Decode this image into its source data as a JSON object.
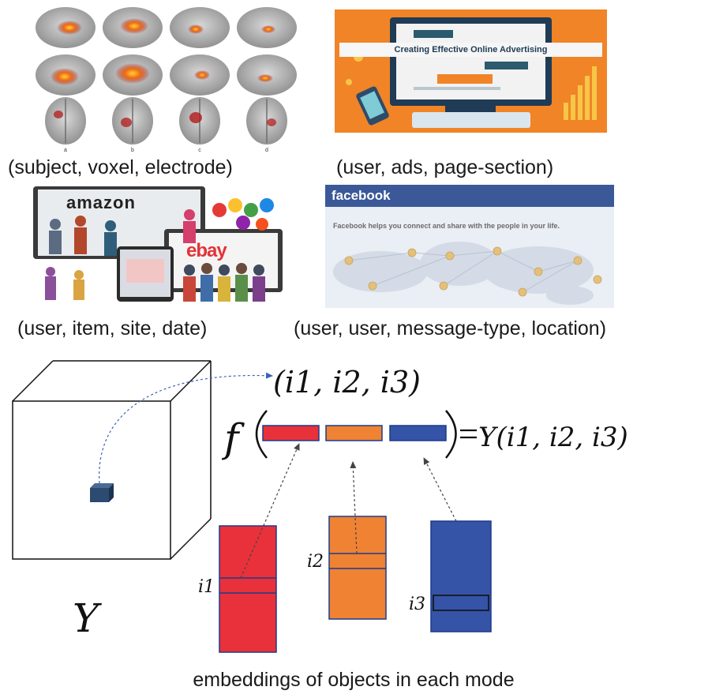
{
  "panels": [
    {
      "caption": "(subject, voxel, electrode)",
      "image": "brain-scans-grid",
      "letters": [
        "a",
        "b",
        "c",
        "d"
      ]
    },
    {
      "caption": "(user, ads, page-section)",
      "image": "online-advertising-illustration",
      "title": "Creating Effective Online Advertising"
    },
    {
      "caption": "(user, item, site, date)",
      "image": "ecommerce-collage",
      "brand_a": "amazon",
      "brand_b": "ebay"
    },
    {
      "caption": "(user, user, message-type, location)",
      "image": "social-network-map",
      "brand": "facebook",
      "tagline": "Facebook helps you connect and share with the people in your life."
    }
  ],
  "diagram": {
    "tensor_label": "Y",
    "index_tuple": "(i1, i2, i3)",
    "function_symbol": "f",
    "output_expression": "Y(i1, i2, i3)",
    "embedding_indices": [
      "i1",
      "i2",
      "i3"
    ],
    "footer": "embeddings of objects in each mode",
    "colors": {
      "mode1": "#e8313a",
      "mode2": "#ef8233",
      "mode3": "#3553a7",
      "voxel": "#2d4a70",
      "arrow": "#3a64b5"
    }
  }
}
